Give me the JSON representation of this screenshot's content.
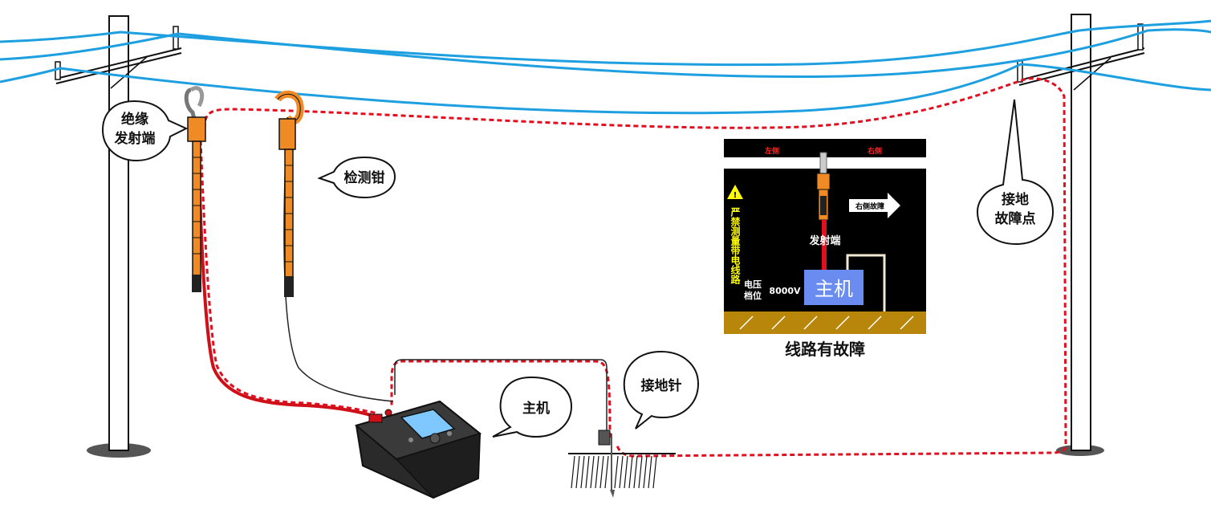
{
  "labels": {
    "insulated_transmitter": [
      "绝缘",
      "发射端"
    ],
    "detection_clamp": "检测钳",
    "ground_fault_point": [
      "接地",
      "故障点"
    ],
    "main_unit": "主机",
    "ground_pin": "接地针"
  },
  "panel": {
    "left_side": "左侧",
    "right_side": "右侧",
    "right_fault": "右侧故障",
    "warning_vertical": "严禁测量带电线路",
    "voltage_label_1": "电压",
    "voltage_label_2": "档位",
    "voltage_value": "8000V",
    "transmitter": "发射端",
    "main_unit": "主机",
    "caption": "线路有故障"
  },
  "colors": {
    "power_line": "#1e9fe0",
    "fault_path": "#e01020",
    "clamp_orange": "#f08a24",
    "panel_bg": "#000000",
    "panel_accent_text": "#ffff00",
    "panel_side_text": "#ff2020",
    "panel_main_box": "#6a8cf0",
    "panel_ground": "#b8860b"
  },
  "icons": {
    "warning": "warning-triangle-icon",
    "arrow": "arrow-right-icon"
  }
}
